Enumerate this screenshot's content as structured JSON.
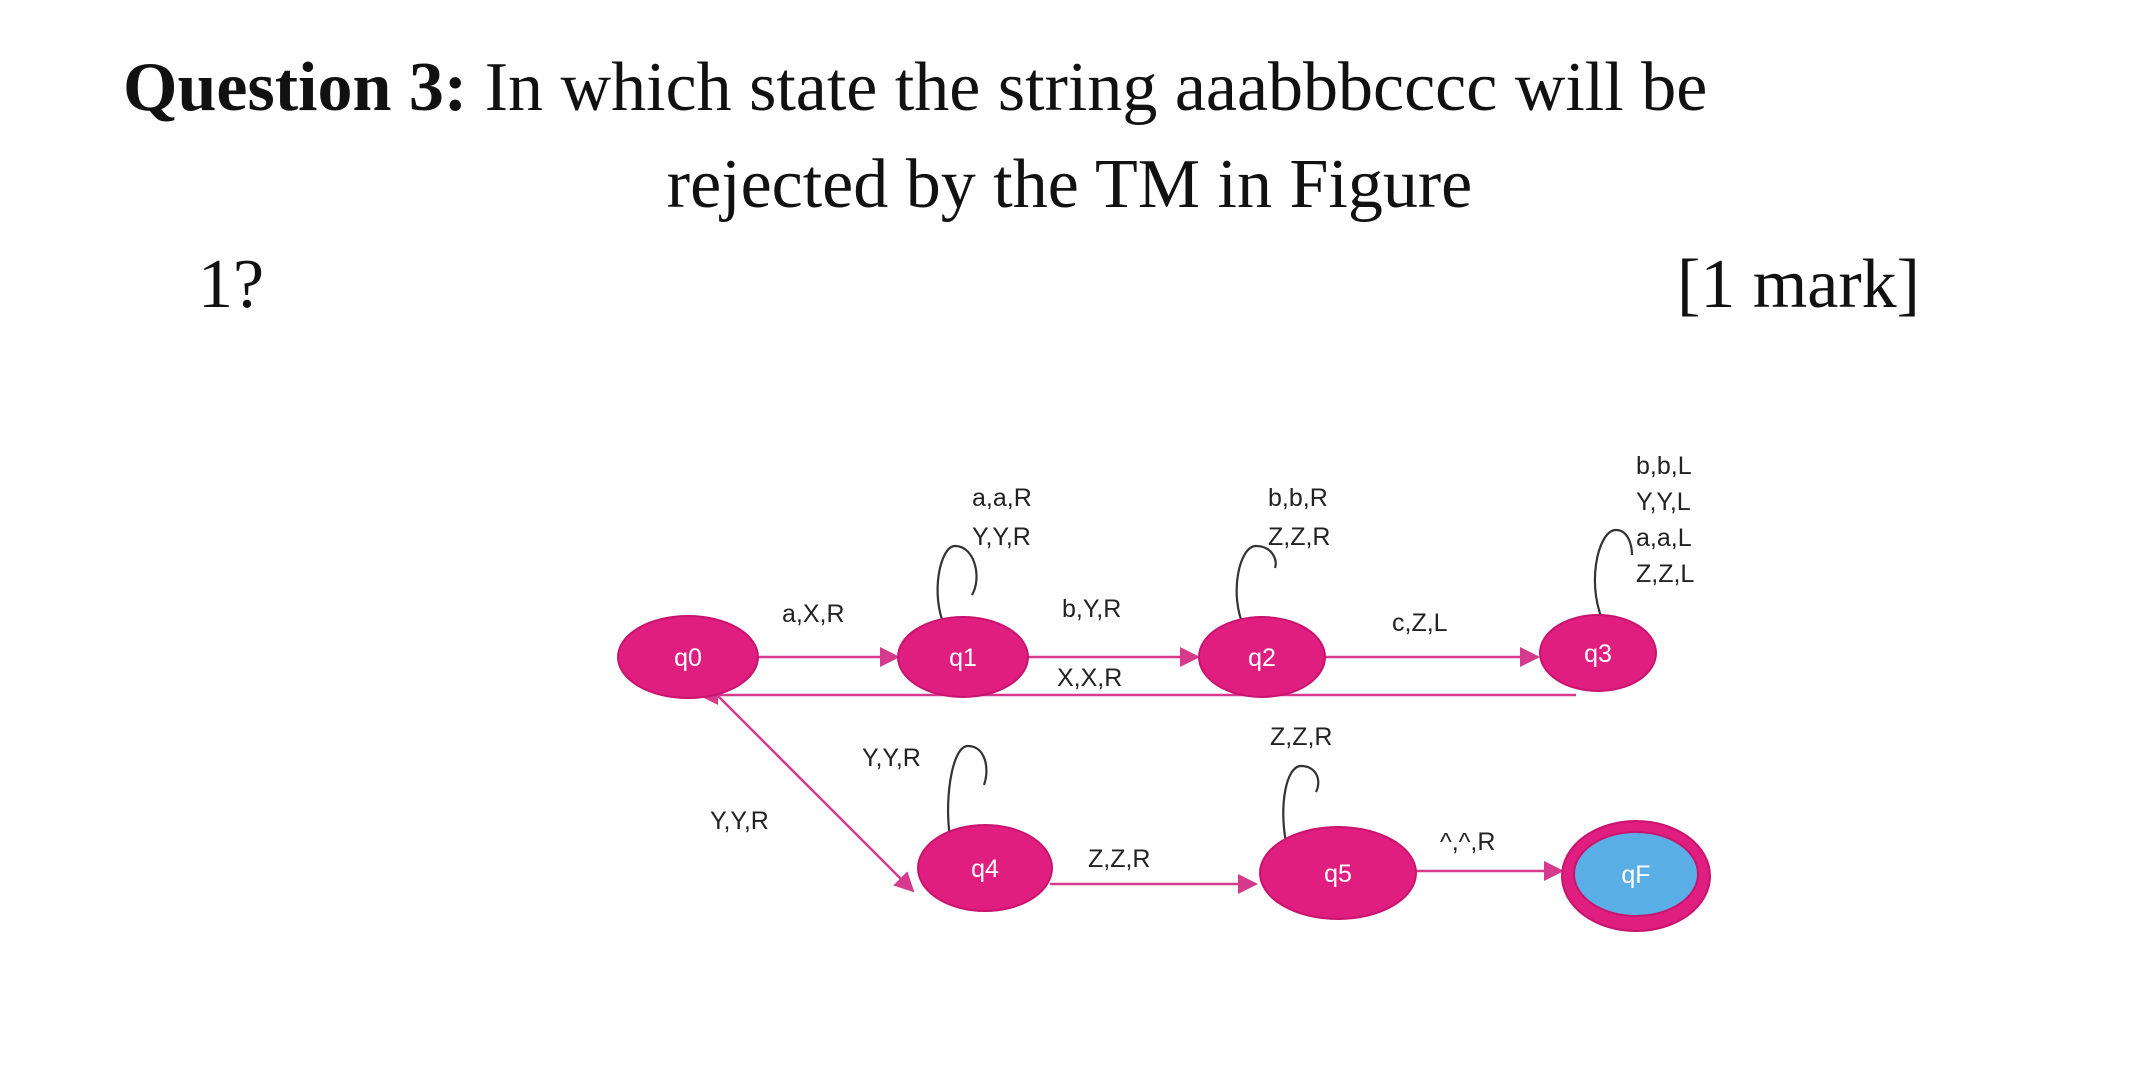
{
  "question": {
    "label": "Question 3:",
    "text_part1": " In which state the string aaabbbcccc will be",
    "text_part2": "rejected by the TM in Figure",
    "text_part3": "1?",
    "marks": "[1 mark]"
  },
  "figure": {
    "colors": {
      "state_fill": "#e01e7f",
      "state_stroke": "#c8136f",
      "final_inner_fill": "#5aaee6",
      "edge_color": "#d63a8c"
    },
    "states": [
      {
        "id": "q0",
        "label": "q0",
        "final": false
      },
      {
        "id": "q1",
        "label": "q1",
        "final": false
      },
      {
        "id": "q2",
        "label": "q2",
        "final": false
      },
      {
        "id": "q3",
        "label": "q3",
        "final": false
      },
      {
        "id": "q4",
        "label": "q4",
        "final": false
      },
      {
        "id": "q5",
        "label": "q5",
        "final": false
      },
      {
        "id": "qF",
        "label": "qF",
        "final": true
      }
    ],
    "transitions": [
      {
        "from": "q0",
        "to": "q1",
        "labels": [
          "a,X,R"
        ]
      },
      {
        "from": "q1",
        "to": "q1",
        "labels": [
          "a,a,R",
          "Y,Y,R"
        ]
      },
      {
        "from": "q1",
        "to": "q2",
        "labels": [
          "b,Y,R"
        ]
      },
      {
        "from": "q2",
        "to": "q2",
        "labels": [
          "b,b,R",
          "Z,Z,R"
        ]
      },
      {
        "from": "q2",
        "to": "q3",
        "labels": [
          "c,Z,L"
        ]
      },
      {
        "from": "q3",
        "to": "q3",
        "labels": [
          "b,b,L",
          "Y,Y,L",
          "a,a,L",
          "Z,Z,L"
        ]
      },
      {
        "from": "q3",
        "to": "q0",
        "labels": [
          "X,X,R"
        ]
      },
      {
        "from": "q0",
        "to": "q4",
        "labels": [
          "Y,Y,R"
        ]
      },
      {
        "from": "q4",
        "to": "q4",
        "labels": [
          "Y,Y,R"
        ]
      },
      {
        "from": "q4",
        "to": "q5",
        "labels": [
          "Z,Z,R"
        ]
      },
      {
        "from": "q5",
        "to": "q5",
        "labels": [
          "Z,Z,R"
        ]
      },
      {
        "from": "q5",
        "to": "qF",
        "labels": [
          "^,^,R"
        ]
      }
    ]
  }
}
